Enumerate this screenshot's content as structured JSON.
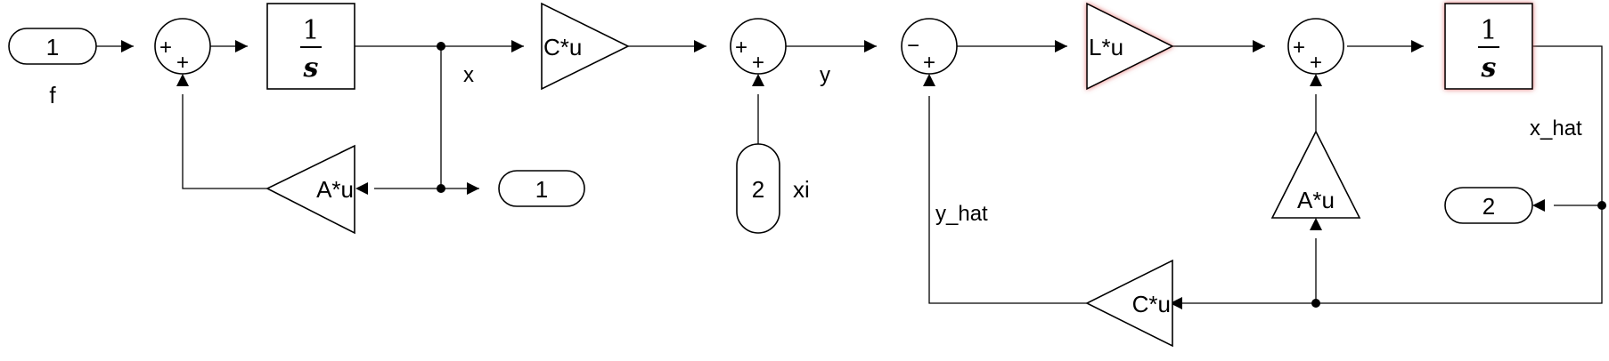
{
  "diagram": {
    "ports": {
      "in_f": "1",
      "out_x": "1",
      "in_xi": "2",
      "out_xhat": "2"
    },
    "gains": {
      "plant_C": "C*u",
      "plant_A": "A*u",
      "observer_L": "L*u",
      "observer_A": "A*u",
      "observer_C": "C*u"
    },
    "integrator": {
      "numerator": "1",
      "denominator": "s"
    },
    "sum_signs": {
      "plus": "+",
      "minus": "−"
    },
    "signals": {
      "f": "f",
      "x": "x",
      "y": "y",
      "xi": "xi",
      "y_hat": "y_hat",
      "x_hat": "x_hat"
    },
    "highlight_color": "#e06666"
  }
}
